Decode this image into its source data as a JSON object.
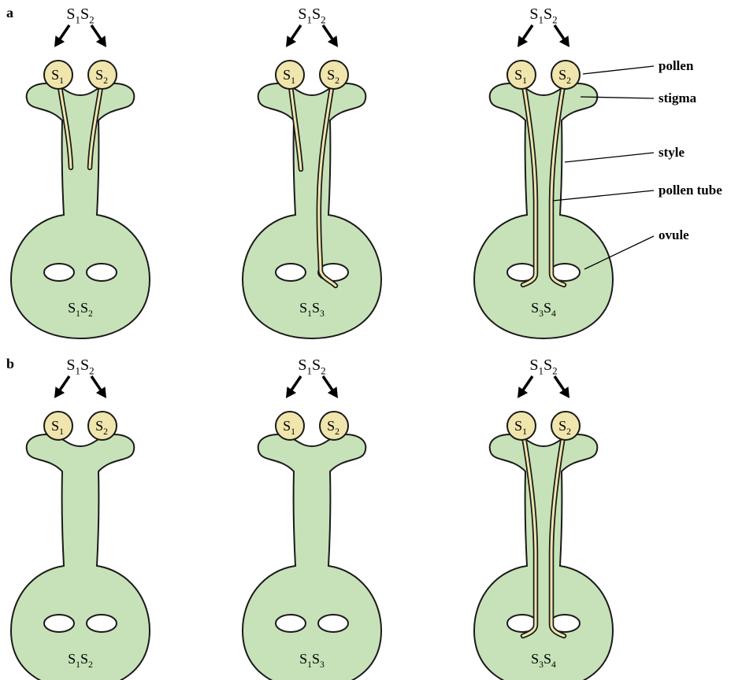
{
  "figure": {
    "panels": [
      {
        "letter": "a",
        "pistils": [
          {
            "pollen_genotype": "S1S2",
            "pollen": [
              "S1",
              "S2"
            ],
            "style_genotype": "S1S2",
            "pollen_tubes": "both arrested in upper style"
          },
          {
            "pollen_genotype": "S1S2",
            "pollen": [
              "S1",
              "S2"
            ],
            "style_genotype": "S1S3",
            "pollen_tubes": "S1 arrested, S2 reaches ovule"
          },
          {
            "pollen_genotype": "S1S2",
            "pollen": [
              "S1",
              "S2"
            ],
            "style_genotype": "S3S4",
            "pollen_tubes": "both reach ovules"
          }
        ]
      },
      {
        "letter": "b",
        "pistils": [
          {
            "pollen_genotype": "S1S2",
            "pollen": [
              "S1",
              "S2"
            ],
            "style_genotype": "S1S2",
            "pollen_tubes": "no tubes formed"
          },
          {
            "pollen_genotype": "S1S2",
            "pollen": [
              "S1",
              "S2"
            ],
            "style_genotype": "S1S3",
            "pollen_tubes": "no tubes formed"
          },
          {
            "pollen_genotype": "S1S2",
            "pollen": [
              "S1",
              "S2"
            ],
            "style_genotype": "S3S4",
            "pollen_tubes": "both reach ovules"
          }
        ]
      }
    ],
    "labels": {
      "pollen": "pollen",
      "stigma": "stigma",
      "style": "style",
      "pollen_tube": "pollen tube",
      "ovule": "ovule"
    },
    "colors": {
      "pistil": "#c7e2b9",
      "pollen": "#f0e5ac",
      "outline": "#1a1a1a"
    }
  }
}
